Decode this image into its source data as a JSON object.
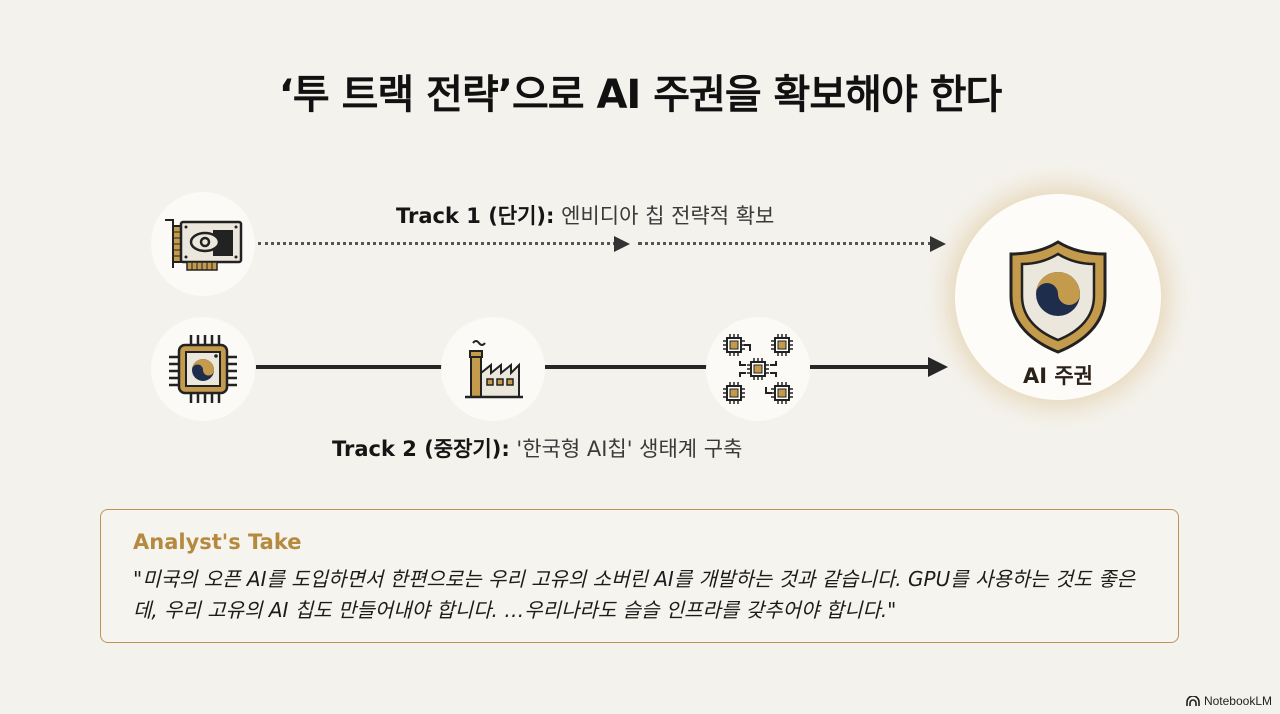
{
  "title": "‘투 트랙 전략’으로 AI 주권을 확보해야 한다",
  "track1": {
    "label_strong": "Track 1 (단기):",
    "label_rest": " 엔비디아 칩 전략적 확보",
    "icon": "gpu-card-icon"
  },
  "track2": {
    "label_strong": "Track 2 (중장기):",
    "label_rest": " '한국형 AI칩' 생태계 구축",
    "icons": [
      "korean-chip-icon",
      "factory-icon",
      "chip-network-icon"
    ]
  },
  "goal": {
    "label": "AI 주권",
    "icon": "shield-taegeuk-icon"
  },
  "analyst_take": {
    "title": "Analyst's Take",
    "quote": "\"미국의 오픈 AI를 도입하면서 한편으로는 우리 고유의 소버린 AI를 개발하는 것과 같습니다. GPU를 사용하는 것도 좋은데, 우리 고유의 AI 칩도 만들어내야 합니다. …우리나라도 슬슬 인프라를 갖추어야 합니다.\""
  },
  "brand": {
    "label": "NotebookLM"
  },
  "colors": {
    "background": "#f4f2ec",
    "gold": "#b58a3e",
    "navy": "#1f2d4d",
    "dark": "#262626"
  }
}
